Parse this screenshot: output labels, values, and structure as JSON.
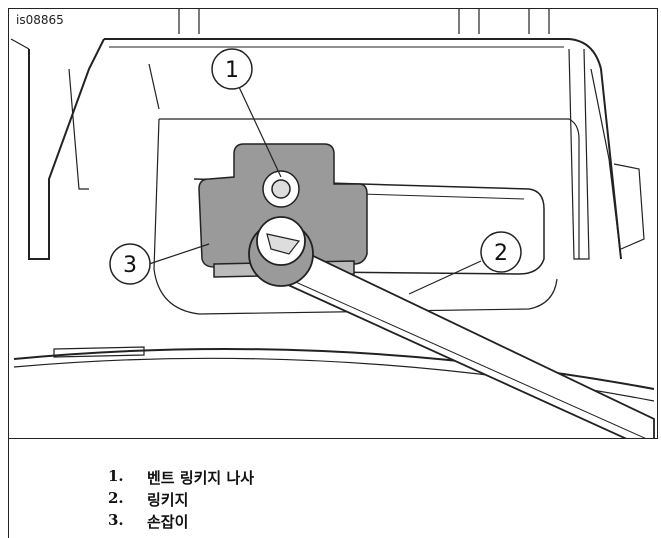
{
  "figure": {
    "id": "is08865",
    "callouts": [
      "1",
      "2",
      "3"
    ]
  },
  "legend": [
    {
      "num": "1.",
      "text": "벤트 링키지 나사"
    },
    {
      "num": "2.",
      "text": "링키지"
    },
    {
      "num": "3.",
      "text": "손잡이"
    }
  ]
}
